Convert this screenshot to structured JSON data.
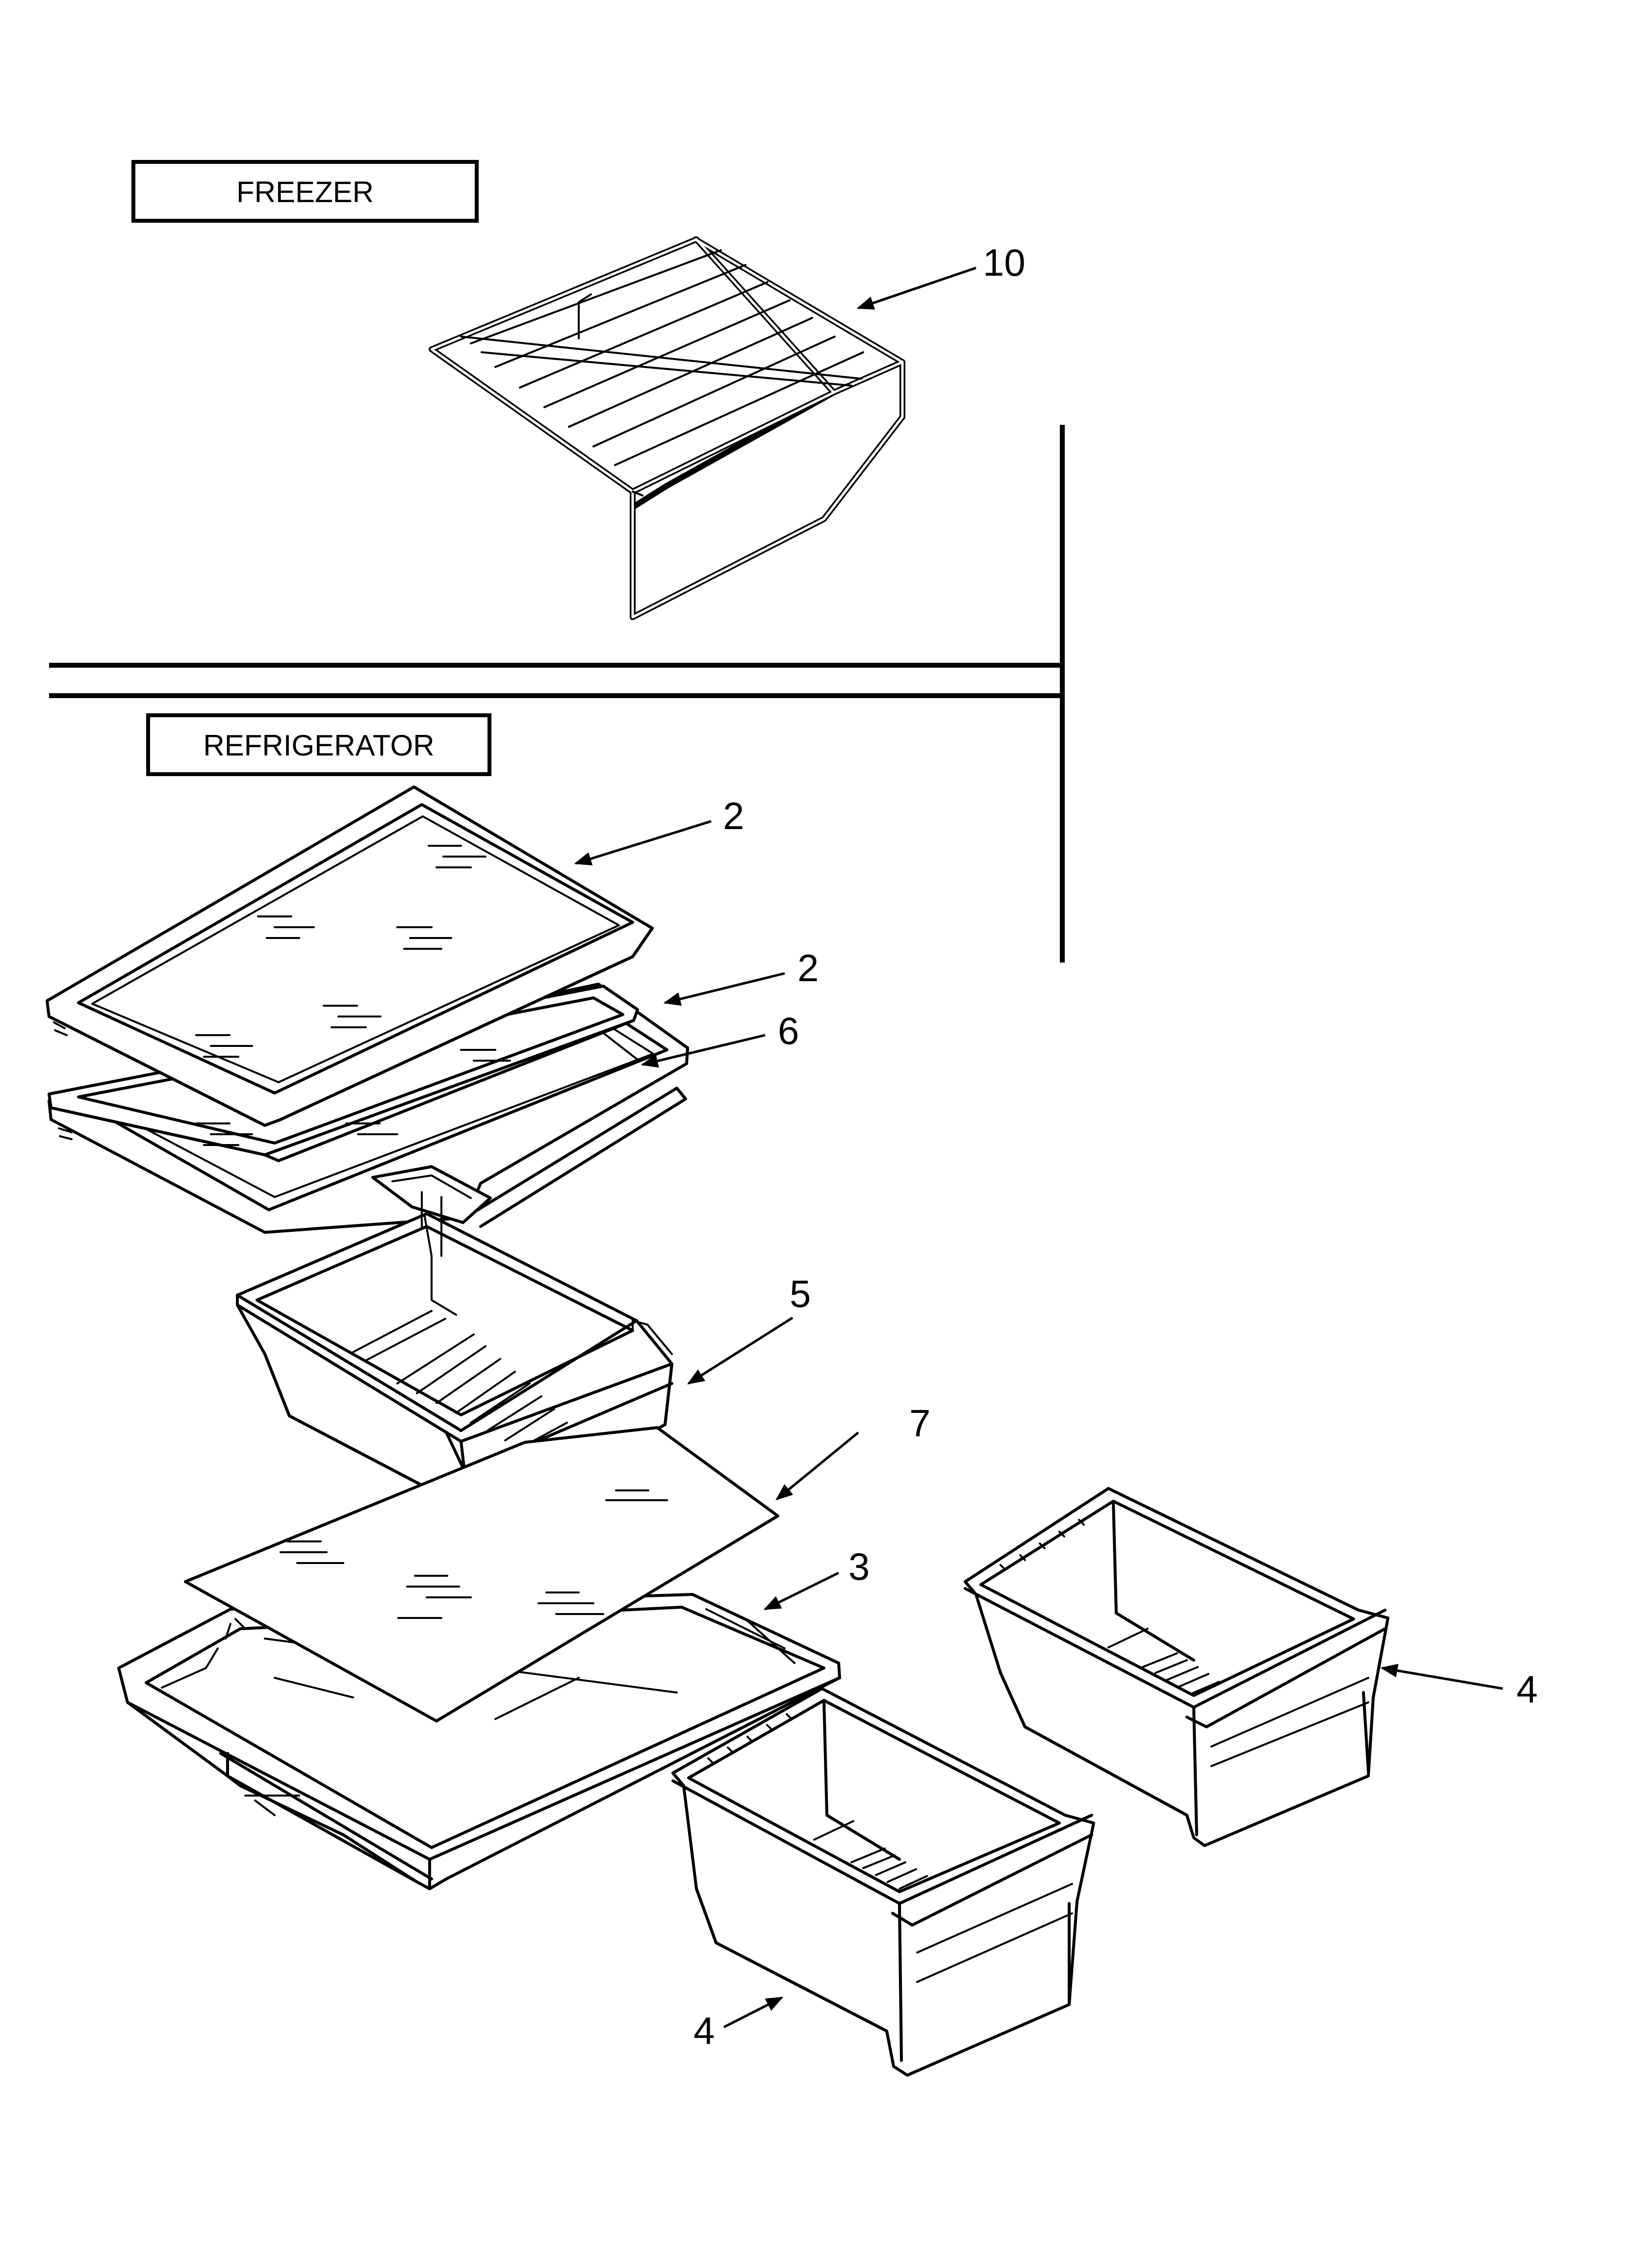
{
  "sections": {
    "freezer_label": "FREEZER",
    "refrigerator_label": "REFRIGERATOR"
  },
  "callouts": {
    "wire_shelf": "10",
    "glass_shelf_top": "2",
    "glass_shelf_second": "2",
    "shelf_frame": "6",
    "meat_pan": "5",
    "crisper_cover_glass": "7",
    "crisper_cover_frame": "3",
    "crisper_right": "4",
    "crisper_left": "4"
  }
}
